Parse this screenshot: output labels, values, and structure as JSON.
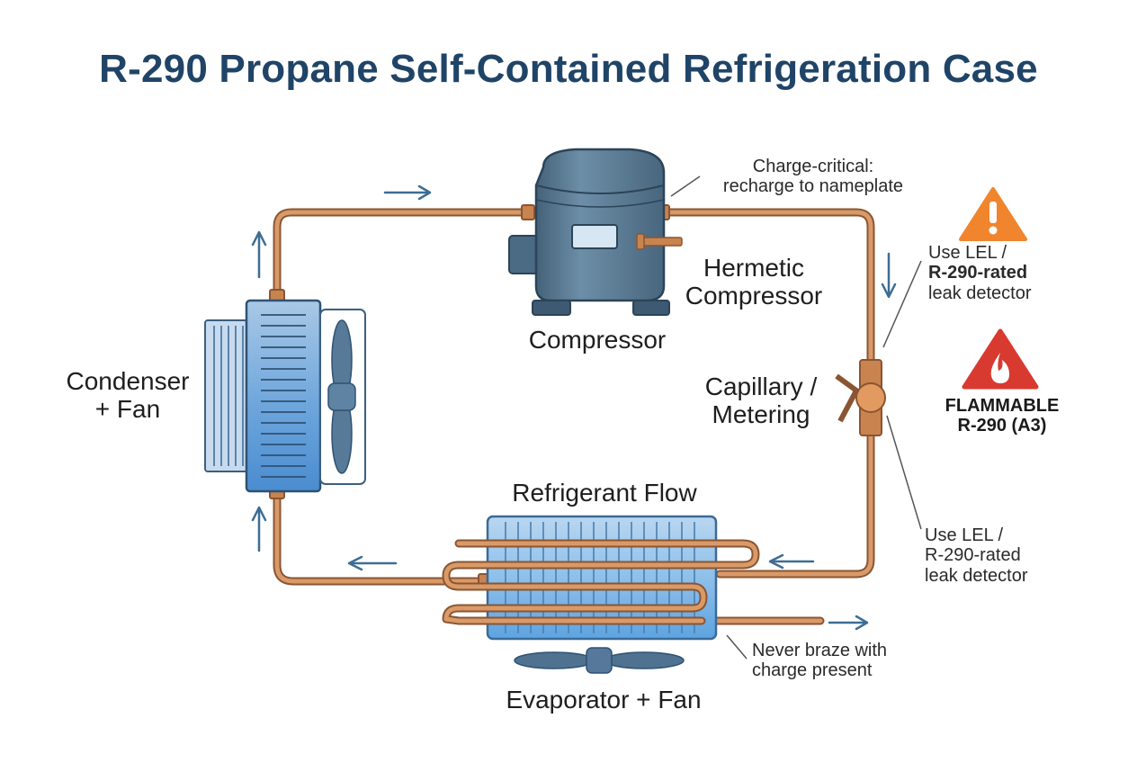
{
  "title": "R-290 Propane Self-Contained Refrigeration Case",
  "labels": {
    "compressor_top_note_line1": "Charge-critical:",
    "compressor_top_note_line2": "recharge to nameplate",
    "hermetic_line1": "Hermetic",
    "hermetic_line2": "Compressor",
    "compressor": "Compressor",
    "condenser_line1": "Condenser",
    "condenser_line2": "+ Fan",
    "capillary_line1": "Capillary /",
    "capillary_line2": "Metering",
    "refrigerant_flow": "Refrigerant Flow",
    "evaporator": "Evaporator + Fan",
    "leak_upper_line1": "Use LEL /",
    "leak_upper_line2": "R-290-rated",
    "leak_upper_line3": "leak detector",
    "leak_lower_line1": "Use LEL /",
    "leak_lower_line2": "R-290-rated",
    "leak_lower_line3": "leak detector",
    "braze_line1": "Never braze with",
    "braze_line2": "charge present",
    "flammable_line1": "FLAMMABLE",
    "flammable_line2": "R-290 (A3)"
  },
  "icons": [
    "warning-triangle-icon",
    "flame-icon",
    "fan-icon",
    "flow-arrow-icon"
  ],
  "colors": {
    "title": "#1f4467",
    "copper_pipe": "#c9834f",
    "compressor": "#56778f",
    "coil_blue": "#4f8fd0",
    "warning_orange": "#f0852d",
    "danger_red": "#d93a30",
    "arrow": "#3d6d94"
  }
}
